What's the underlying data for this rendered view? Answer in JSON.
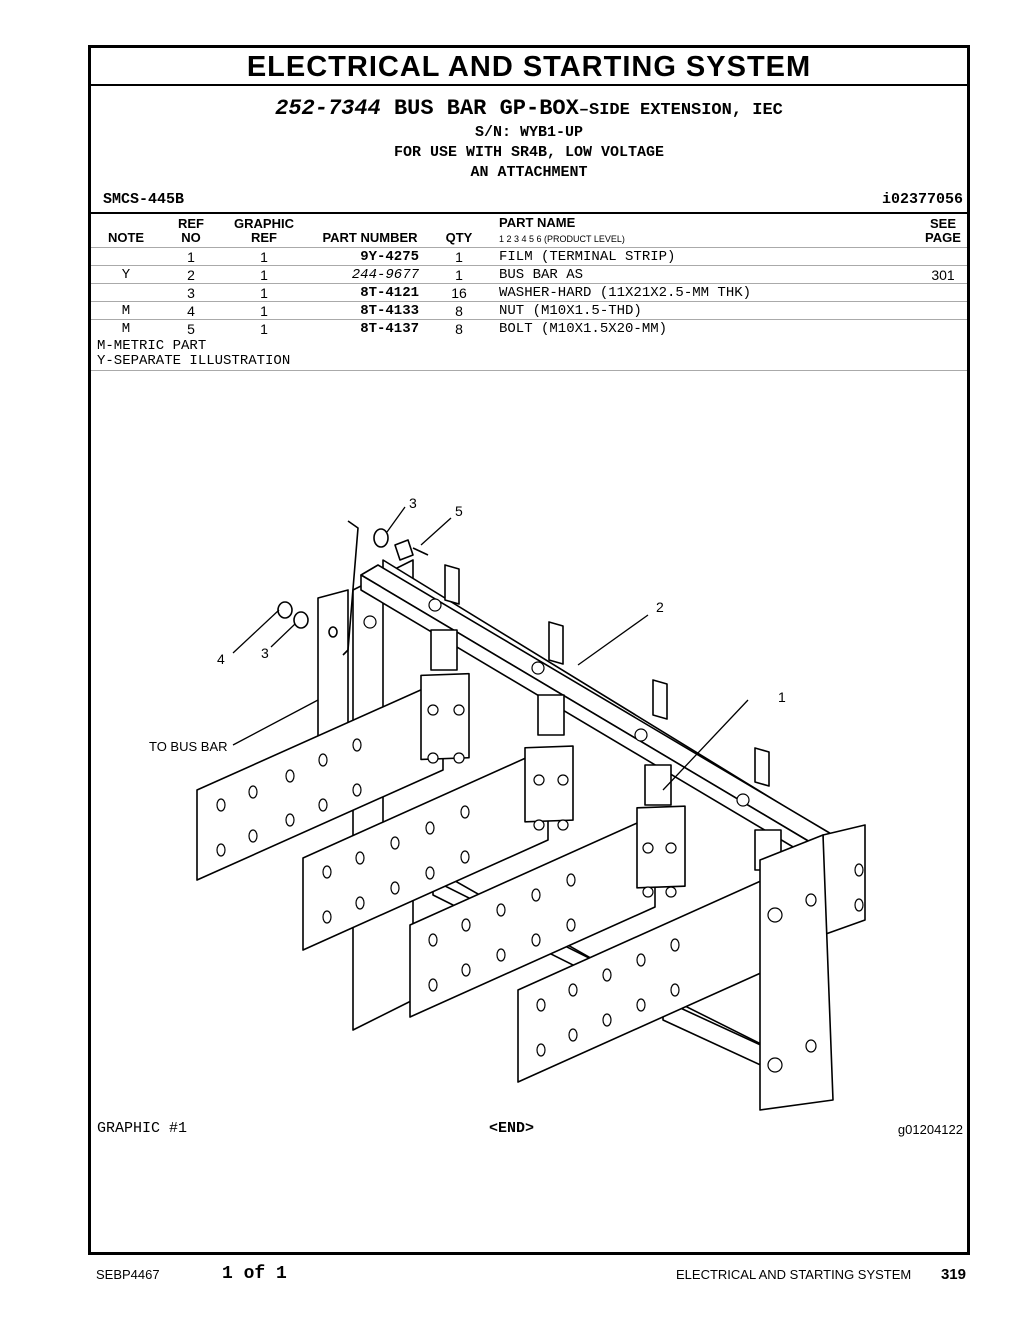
{
  "section_title": "ELECTRICAL AND STARTING SYSTEM",
  "group": {
    "part_number": "252-7344",
    "name": "BUS BAR GP-BOX",
    "dash": "–",
    "subname": "SIDE EXTENSION, IEC",
    "serial": "S/N: WYB1-UP",
    "use_for": "FOR USE WITH SR4B, LOW VOLTAGE",
    "type": "AN ATTACHMENT"
  },
  "smcs": "SMCS-445B",
  "illustration_id": "i02377056",
  "columns": {
    "note": "NOTE",
    "ref_no_1": "REF",
    "ref_no_2": "NO",
    "graphic_ref_1": "GRAPHIC",
    "graphic_ref_2": "REF",
    "part_number": "PART NUMBER",
    "qty": "QTY",
    "part_name": "PART NAME",
    "product_level": "1    2    3    4    5    6   (PRODUCT LEVEL)",
    "see_page_1": "SEE",
    "see_page_2": "PAGE"
  },
  "parts": [
    {
      "note": "",
      "ref": "1",
      "graphic_ref": "1",
      "part_number": "9Y-4275",
      "qty": "1",
      "name": "FILM (TERMINAL STRIP)",
      "see_page": ""
    },
    {
      "note": "Y",
      "ref": "2",
      "graphic_ref": "1",
      "part_number": "244-9677",
      "qty": "1",
      "name": "BUS BAR AS",
      "see_page": "301"
    },
    {
      "note": "",
      "ref": "3",
      "graphic_ref": "1",
      "part_number": "8T-4121",
      "qty": "16",
      "name": "WASHER-HARD (11X21X2.5-MM THK)",
      "see_page": ""
    },
    {
      "note": "M",
      "ref": "4",
      "graphic_ref": "1",
      "part_number": "8T-4133",
      "qty": "8",
      "name": "NUT (M10X1.5-THD)",
      "see_page": ""
    },
    {
      "note": "M",
      "ref": "5",
      "graphic_ref": "1",
      "part_number": "8T-4137",
      "qty": "8",
      "name": "BOLT (M10X1.5X20-MM)",
      "see_page": ""
    }
  ],
  "notes": [
    "M-METRIC PART",
    "Y-SEPARATE ILLUSTRATION"
  ],
  "illustration": {
    "callouts": {
      "c1": "1",
      "c2": "2",
      "c3a": "3",
      "c3b": "3",
      "c4": "4",
      "c5": "5"
    },
    "to_bus_bar": "TO BUS BAR"
  },
  "graphic_label": "GRAPHIC #1",
  "end_label": "<END>",
  "graphic_id": "g01204122",
  "footer": {
    "doc_id": "SEBP4467",
    "page_of": "1 of 1",
    "section": "ELECTRICAL AND STARTING SYSTEM",
    "page_number": "319"
  }
}
